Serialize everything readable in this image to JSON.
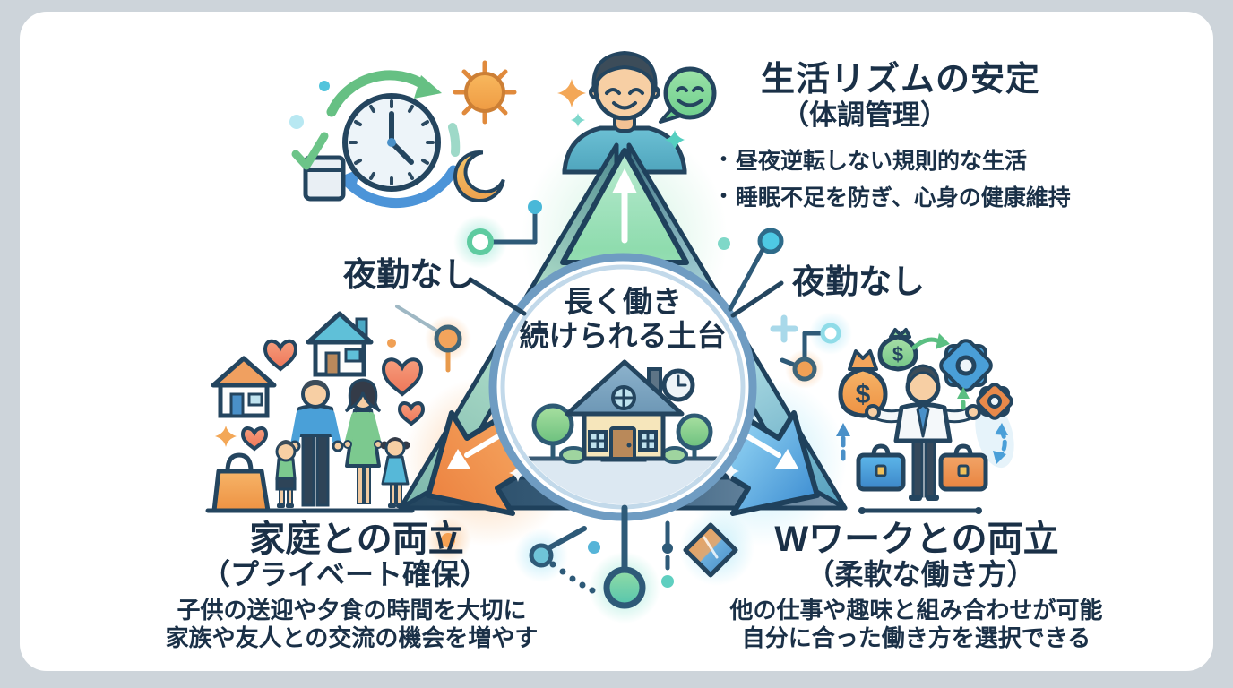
{
  "canvas": {
    "bg": "#cdd4da",
    "card_bg": "#ffffff"
  },
  "glyphs": {
    "bullet": "•",
    "dollar": "$"
  },
  "center": {
    "line1": "長く働き",
    "line2": "続けられる土台"
  },
  "labels": {
    "no_night_shift_left": "夜勤なし",
    "no_night_shift_right": "夜勤なし"
  },
  "sections": {
    "top": {
      "title": "生活リズムの安定",
      "subtitle": "（体調管理）",
      "bullets": [
        "昼夜逆転しない規則的な生活",
        "睡眠不足を防ぎ、心身の健康維持"
      ]
    },
    "bottom_left": {
      "title": "家庭との両立",
      "subtitle": "（プライベート確保）",
      "lines": [
        "子供の送迎や夕食の時間を大切に",
        "家族や友人との交流の機会を増やす"
      ]
    },
    "bottom_right": {
      "title": "Wワークとの両立",
      "subtitle": "（柔軟な働き方）",
      "lines": [
        "他の仕事や趣味と組み合わせが可能",
        "自分に合った働き方を選択できる"
      ]
    }
  },
  "colors": {
    "text_navy": "#1a3047",
    "outline_navy": "#24455f",
    "accent_green": "#7fd3a0",
    "accent_orange": "#f0944e",
    "accent_blue": "#4f9ad6",
    "accent_teal": "#55cfc0"
  }
}
